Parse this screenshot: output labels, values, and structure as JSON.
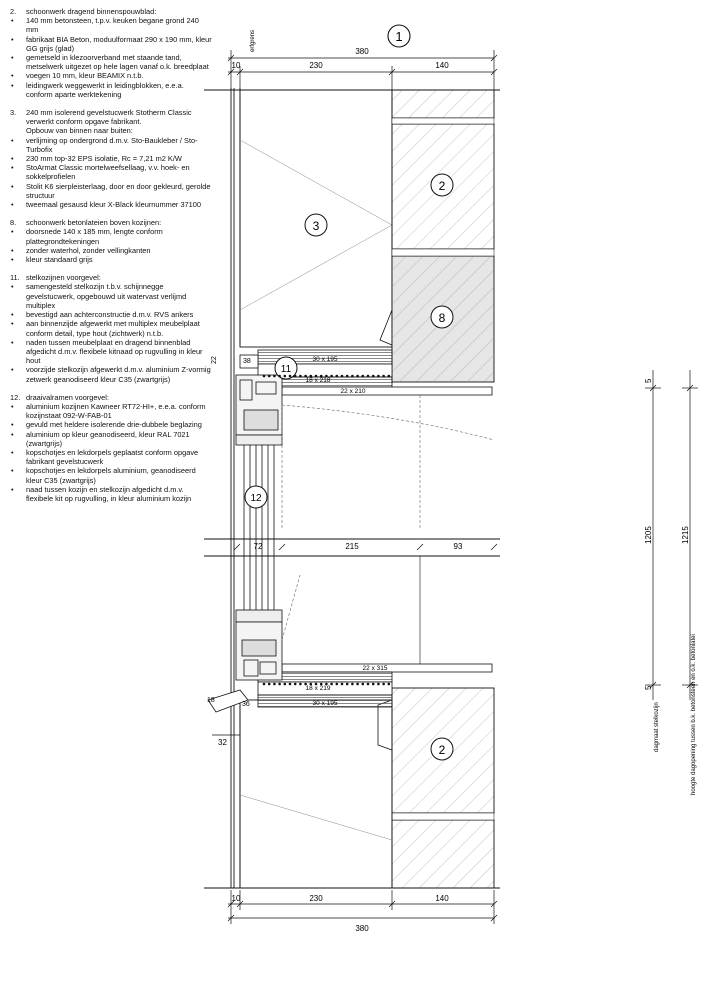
{
  "notes": [
    {
      "num": "2.",
      "title": "schoonwerk dragend binnenspouwblad:",
      "sub": "",
      "items": [
        "140 mm betonsteen, t.p.v. keuken begane grond 240 mm",
        "fabrikaat BIA Beton, moduulformaat 290 x 190 mm, kleur GG grijs (glad)",
        "gemetseld in klezoorverband met staande tand, metselwerk uitgezet op hele lagen vanaf o.k. breedplaat",
        "voegen 10 mm, kleur BEAMIX n.t.b.",
        "leidingwerk weggewerkt in leidingblokken, e.e.a. conform aparte werktekening"
      ]
    },
    {
      "num": "3.",
      "title": "240 mm isolerend gevelstucwerk Stotherm Classic verwerkt conform opgave fabrikant.",
      "sub": "Opbouw van binnen naar buiten:",
      "items": [
        "verlijming op ondergrond d.m.v. Sto-Baukleber / Sto-Turbofix",
        "230 mm top-32 EPS isolatie, Rc = 7,21 m2 K/W",
        "StoArmat Classic mortelweefsellaag, v.v. hoek- en sokkelprofielen",
        "Stolit K6 sierpleisterlaag, door en door gekleurd, gerolde structuur",
        "tweemaal gesausd kleur X-Black kleurnummer 37100"
      ]
    },
    {
      "num": "8.",
      "title": "schoonwerk betonlateien boven kozijnen:",
      "sub": "",
      "items": [
        "doorsnede 140 x 185 mm, lengte conform plattegrondtekeningen",
        "zonder waterhol, zonder vellingkanten",
        "kleur standaard grijs"
      ]
    },
    {
      "num": "11.",
      "title": "stelkozijnen voorgevel:",
      "sub": "",
      "items": [
        "samengesteld stelkozijn t.b.v. schijnnegge gevelstucwerk, opgebouwd uit watervast verlijmd multiplex",
        "bevestigd aan achterconstructie d.m.v. RVS ankers",
        "aan binnenzijde afgewerkt met multiplex meubelplaat conform detail, type hout (zichtwerk) n.t.b.",
        "naden tussen meubelplaat en dragend binnenblad afgedicht d.m.v. flexibele kitnaad op rugvulling in kleur hout",
        "voorzijde stelkozijn afgewerkt d.m.v. aluminium Z-vormig zetwerk geanodiseerd kleur C35 (zwartgrijs)"
      ]
    },
    {
      "num": "12.",
      "title": "draaivalramen voorgevel:",
      "sub": "",
      "items": [
        "aluminium kozijnen Kawneer RT72-HI+, e.e.a. conform kozijnstaat 092-W-FAB-01",
        "gevuld met heldere isolerende drie-dubbele beglazing",
        "aluminium op kleur geanodiseerd, kleur RAL 7021 (zwartgrijs)",
        "kopschotjes en lekdorpels geplaatst conform opgave fabrikant gevelstucwerk",
        "kopschotjes en lekdorpels aluminium, geanodiseerd kleur C35 (zwartgrijs)",
        "naad tussen kozijn en stelkozijn afgedicht d.m.v. flexibele kit op rugvulling, in kleur aluminium kozijn"
      ]
    }
  ],
  "drawing": {
    "detail_number": "1",
    "erfgrens_label": "erfgrens",
    "top_dims": {
      "total": "380",
      "left": "10",
      "mid": "230",
      "right": "140"
    },
    "bottom_dims": {
      "total": "380",
      "left": "10",
      "mid": "230",
      "right": "140"
    },
    "mid_dims": {
      "a": "72",
      "b": "215",
      "c": "93"
    },
    "vertical_dims": {
      "top_offset": "5",
      "opening": "1205",
      "bottom_offset": "5",
      "height": "1215"
    },
    "vertical_labels": {
      "opening": "dagmaat stelkozijn",
      "height": "hoogte dagopening tussen b.k. betonsteen en o.k. betonlatei"
    },
    "small_dims": {
      "d22": "22",
      "d38": "38",
      "d18": "18",
      "d36": "36",
      "d32": "32"
    },
    "board_labels": {
      "upper_a": "30 x 195",
      "upper_b": "18 x 218",
      "upper_c": "22 x 210",
      "lower_a": "22 x 315",
      "lower_b": "18 x 219",
      "lower_c": "30 x 195"
    },
    "tags": {
      "t2a": "2",
      "t3": "3",
      "t8": "8",
      "t11": "11",
      "t12": "12",
      "t2b": "2"
    }
  }
}
